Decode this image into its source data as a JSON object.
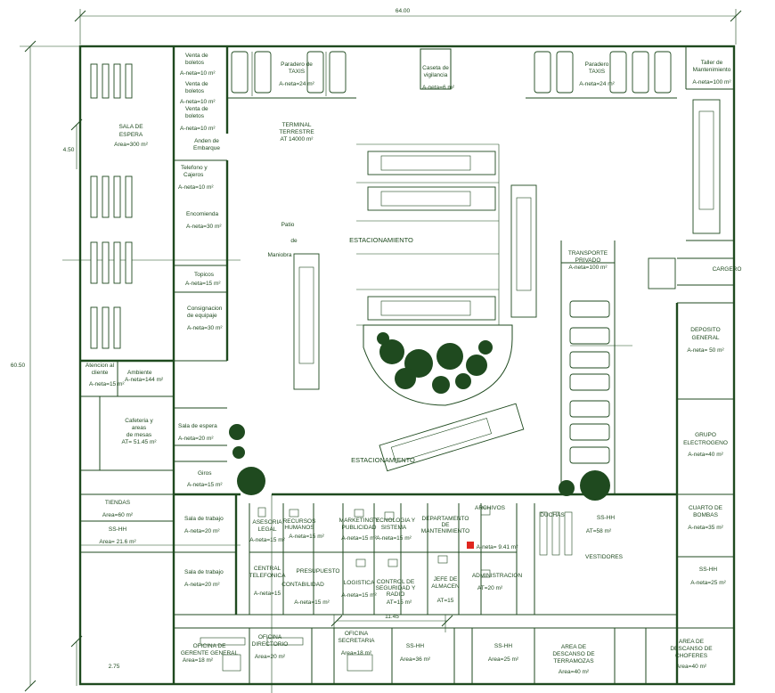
{
  "dimensions": {
    "total_width": "64.00",
    "total_height": "60.50",
    "offset_left": "4.50",
    "inner_width": "11.45",
    "corner": "2.75"
  },
  "labels": {
    "sala_espera": [
      "SALA DE",
      "ESPERA",
      "Area=300 m²"
    ],
    "venta_1": [
      "Venta de",
      "boletos",
      "A-neta=10 m²"
    ],
    "venta_2": [
      "Venta de",
      "boletos",
      "A-neta=10 m²"
    ],
    "venta_3": [
      "Venta de",
      "boletos",
      "A-neta=10 m²"
    ],
    "anden": [
      "Anden de",
      "Embarque"
    ],
    "telefonos": [
      "Telefono y",
      "Cajeros",
      "A-neta=10 m²"
    ],
    "encomienda": [
      "Encomienda",
      "A-neta=30 m²"
    ],
    "topicos": [
      "Topicos",
      "A-neta=15 m²"
    ],
    "consignacion": [
      "Consignacion",
      "de equipaje",
      "A-neta=30 m²"
    ],
    "atencion": [
      "Atencion al",
      "cliente",
      "A-neta=15 m²"
    ],
    "ambiente": [
      "Ambiente",
      "A-neta=144 m²"
    ],
    "cafeteria": [
      "Cafeteria y",
      "areas",
      "de mesas",
      "AT= 51.45 m²"
    ],
    "sala_espera_2": [
      "Sala de espera",
      "A-neta=20 m²"
    ],
    "giros": [
      "Giros",
      "A-neta=15 m²"
    ],
    "tiendas": [
      "TIENDAS",
      "Area=60 m²"
    ],
    "sshh_1": [
      "SS-HH",
      "Area= 21.6 m²"
    ],
    "sala_trabajo_1": [
      "Sala de trabajo",
      "A-neta=20 m²"
    ],
    "sala_trabajo_2": [
      "Sala de trabajo",
      "A-neta=20 m²"
    ],
    "terminal": [
      "TERMINAL",
      "TERRESTRE",
      "AT 14000 m²"
    ],
    "paradero_1": [
      "Paradero de",
      "TAXIS",
      "A-neta=24 m²"
    ],
    "caseta": [
      "Caseta de",
      "vigilancia",
      "A-neta=6 m²"
    ],
    "paradero_2": [
      "Paradero",
      "TAXIS",
      "A-neta=24 m²"
    ],
    "taller": [
      "Taller de",
      "Mantenimiento",
      "A-neta=100 m²"
    ],
    "patio": [
      "Patio",
      "de",
      "Maniobra"
    ],
    "estacionamiento_1": [
      "ESTACIONAMIENTO"
    ],
    "estacionamiento_2": [
      "ESTACIONAMIENTO"
    ],
    "transporte": [
      "TRANSPORTE",
      "PRIVADO",
      "A-neta=100 m²"
    ],
    "cargero": [
      "CARGERO"
    ],
    "deposito": [
      "DEPOSITO",
      "GENERAL",
      "A-neta= 50 m²"
    ],
    "grupo": [
      "GRUPO",
      "ELECTROGENO",
      "A-neta=40 m²"
    ],
    "cuarto_bombas": [
      "CUARTO DE",
      "BOMBAS",
      "A-neta=35 m²"
    ],
    "sshh_right": [
      "SS-HH",
      "A-neta=25 m²"
    ],
    "asesoria": [
      "ASESORIA",
      "LEGAL",
      "A-neta=15 m²"
    ],
    "recursos": [
      "RECURSOS",
      "HUMANOS",
      "A-neta=15 m²"
    ],
    "marketing": [
      "MARKETING Y",
      "PUBLICIDAD",
      "A-neta=15 m²"
    ],
    "tecnologia": [
      "TECNOLOGIA Y",
      "SISTEMA",
      "A-neta=15 m²"
    ],
    "departamento": [
      "DEPARTAMENTO",
      "DE",
      "MANTENIMIENTO"
    ],
    "archivos": [
      "ARCHIVOS",
      "A-neta= 9.41 m²"
    ],
    "central": [
      "CENTRAL",
      "TELEFONICA",
      "A-neta=15"
    ],
    "presupuesto": [
      "PRESUPUESTO"
    ],
    "contabilidad": [
      "CONTABILIDAD",
      "A-neta=15 m²"
    ],
    "logistica": [
      "LOGISTICA",
      "A-neta=15 m²"
    ],
    "control": [
      "CONTROL DE",
      "SEGURIDAD Y",
      "RADIO",
      "AT=15 m²"
    ],
    "jefe": [
      "JEFE DE",
      "ALMACEN",
      "AT=15"
    ],
    "administracion": [
      "ADMINISTRACION",
      "AT=20 m²"
    ],
    "duchas": [
      "DUCHAS",
      "SS-HH",
      "AT=58 m²",
      "VESTIDORES"
    ],
    "gerente": [
      "OFICINA DE",
      "GERENTE GENERAL",
      "Area=18 m²"
    ],
    "directorio": [
      "OFICINA",
      "DIRECTORIO",
      "Area=20 m²"
    ],
    "secretaria": [
      "OFICINA",
      "SECRETARIA",
      "Area=18 m²"
    ],
    "sshh_b1": [
      "SS-HH",
      "Area=36 m²"
    ],
    "sshh_b2": [
      "SS-HH",
      "Area=25 m²"
    ],
    "descanso_t": [
      "AREA DE",
      "DESCANSO DE",
      "TERRAMOZAS",
      "Area=40 m²"
    ],
    "descanso_c": [
      "AREA DE",
      "DESCANSO DE",
      "CHOFERES",
      "Area=40 m²"
    ]
  },
  "colors": {
    "line": "#1f4a1f",
    "background": "#ffffff",
    "accent": "#e0261f"
  }
}
